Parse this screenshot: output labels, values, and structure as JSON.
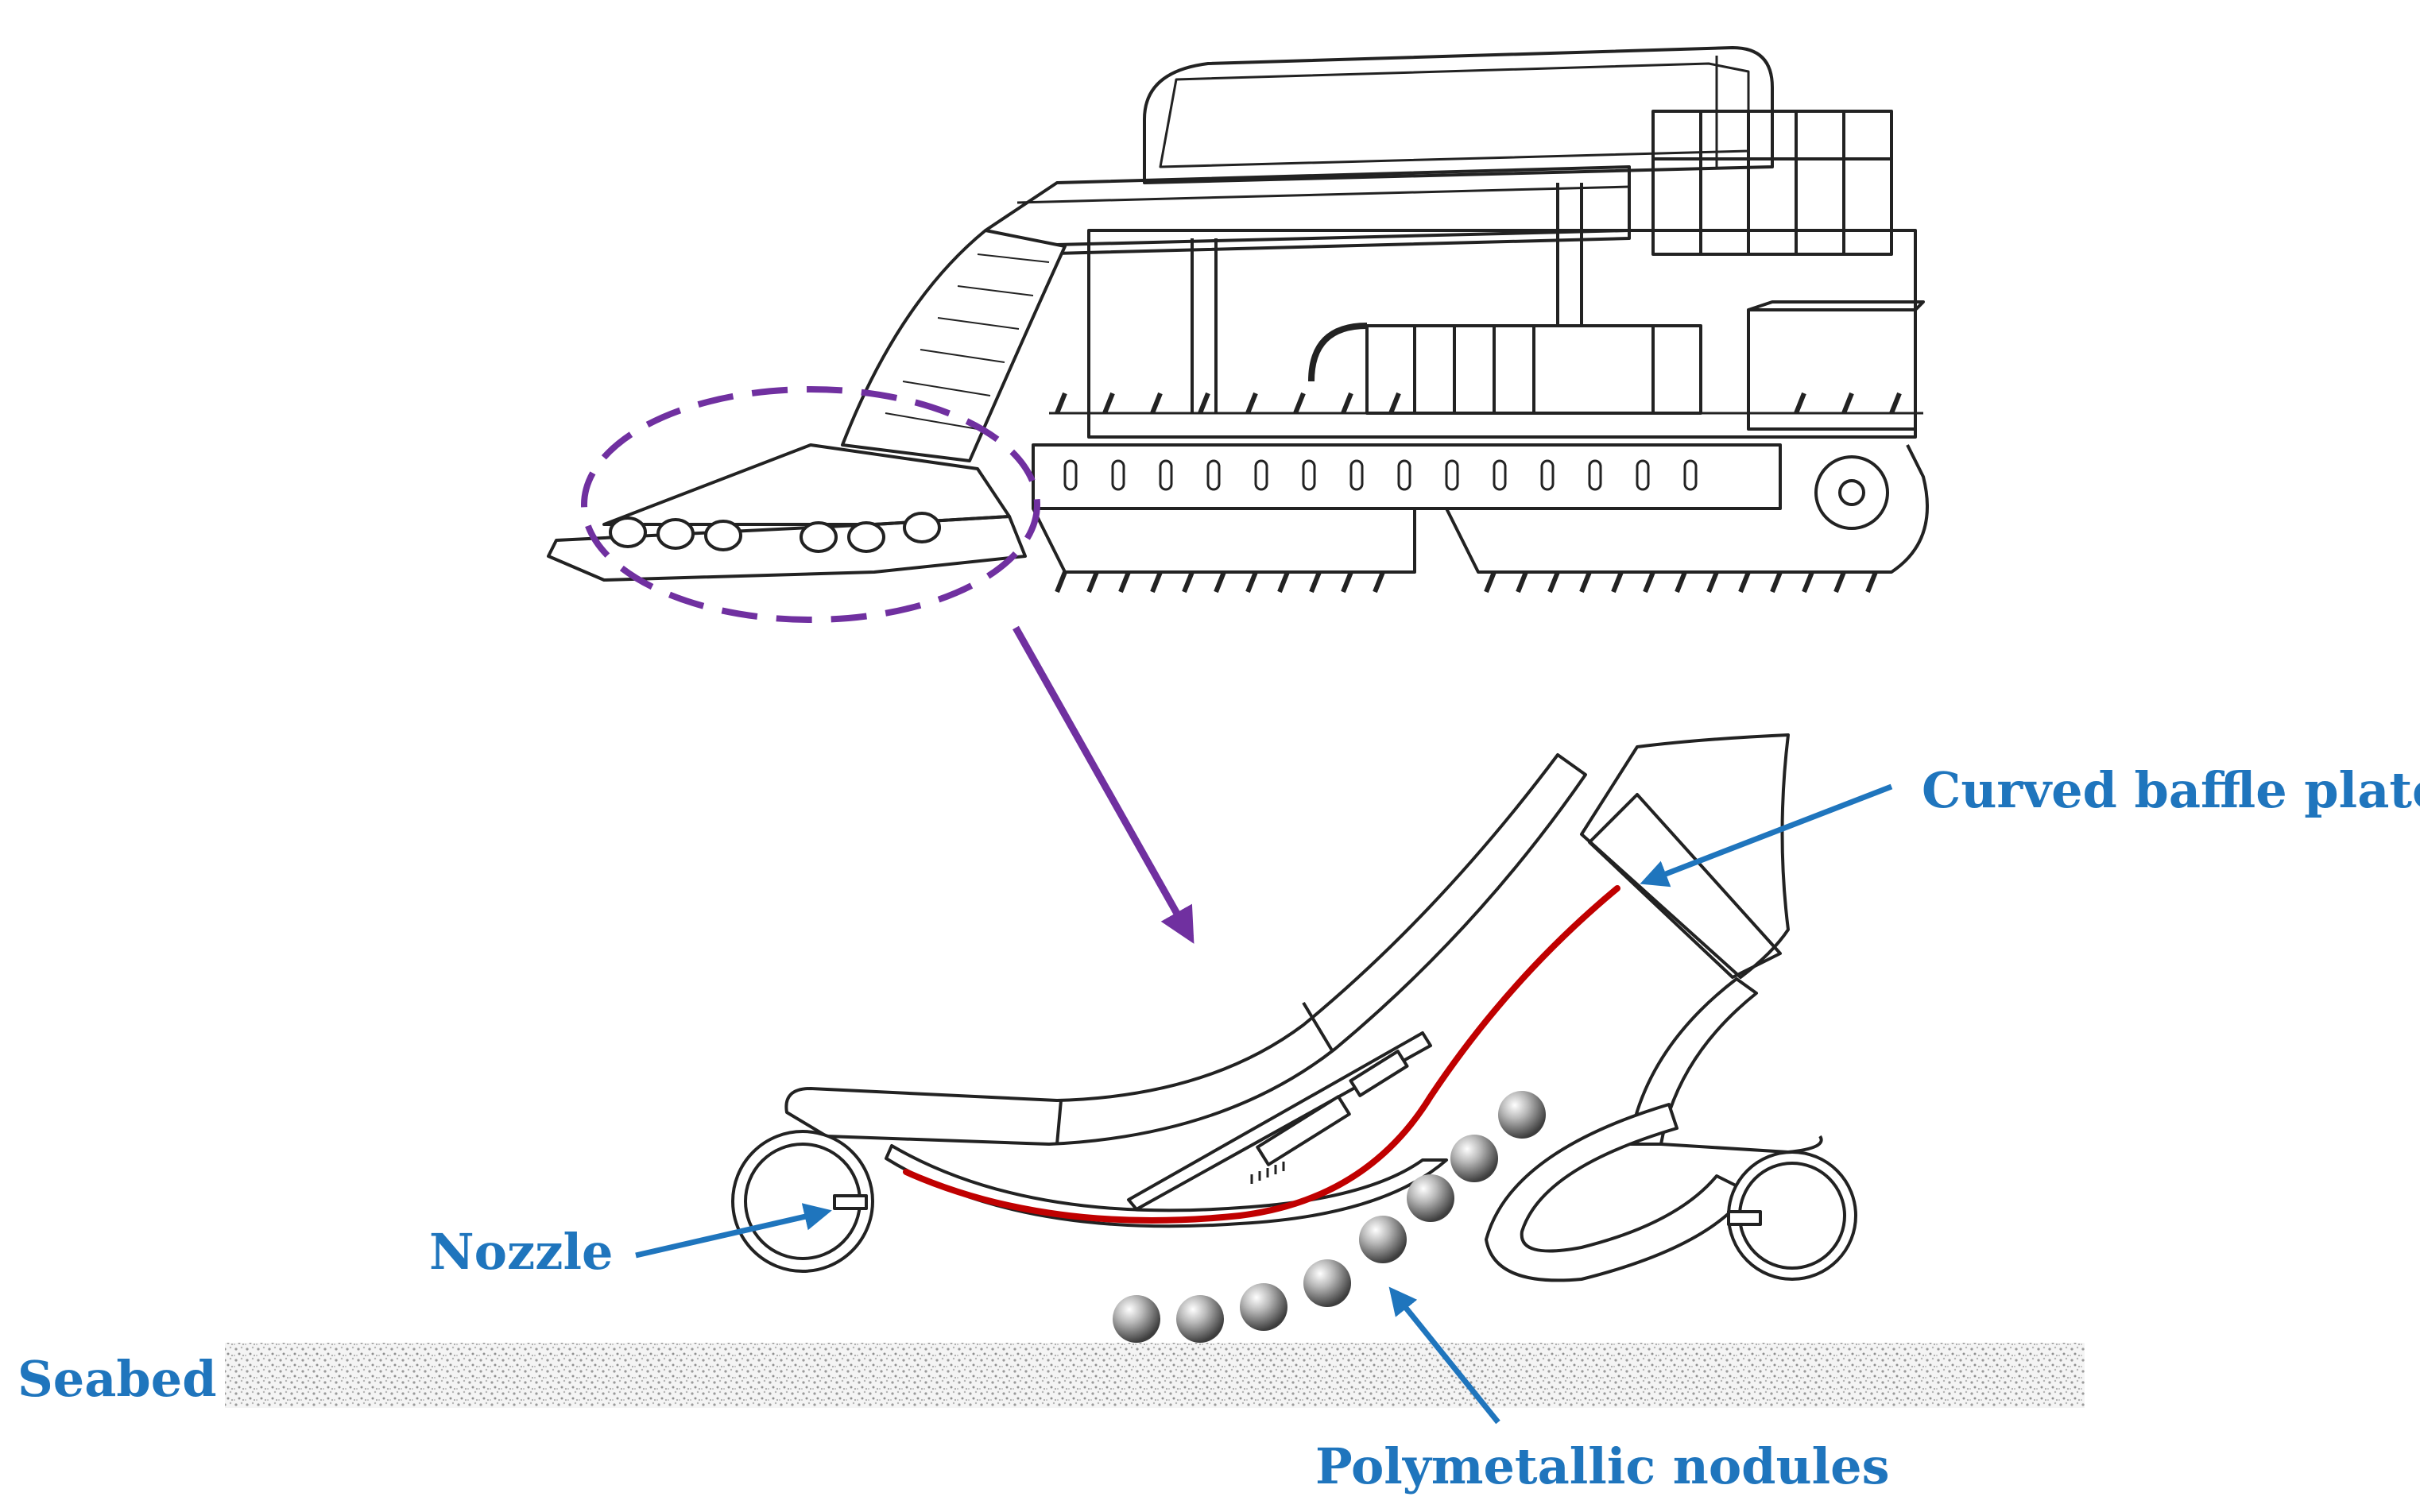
{
  "labels": {
    "curved_baffle_plate": "Curved baffle plate",
    "nozzle": "Nozzle",
    "seabed": "Seabed",
    "polymetallic_nodules": "Polymetallic nodules"
  },
  "colors": {
    "label_blue": "#1f75bd",
    "highlight_purple": "#7030a0",
    "baffle_red": "#c00000",
    "line_black": "#222222",
    "seabed_gray": "#d9d9d9"
  },
  "icons": {
    "machine": "deep-sea-mining-vehicle-icon",
    "nodule": "sphere-icon"
  }
}
